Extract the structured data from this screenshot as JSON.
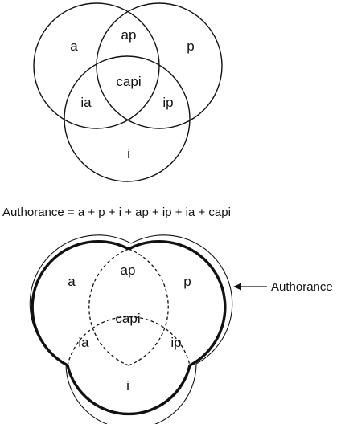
{
  "top_diagram": {
    "regions": {
      "a": "a",
      "p": "p",
      "i": "i",
      "ap": "ap",
      "ia": "ia",
      "ip": "ip",
      "capi": "capi"
    }
  },
  "formula": "Authorance = a + p + i + ap + ip + ia + capi",
  "bottom_diagram": {
    "regions": {
      "a": "a",
      "p": "p",
      "i": "i",
      "ap": "ap",
      "ia": "ia",
      "ip": "ip",
      "capi": "capi"
    },
    "callout_label": "Authorance"
  },
  "colors": {
    "stroke": "#111111",
    "background": "#ffffff"
  }
}
